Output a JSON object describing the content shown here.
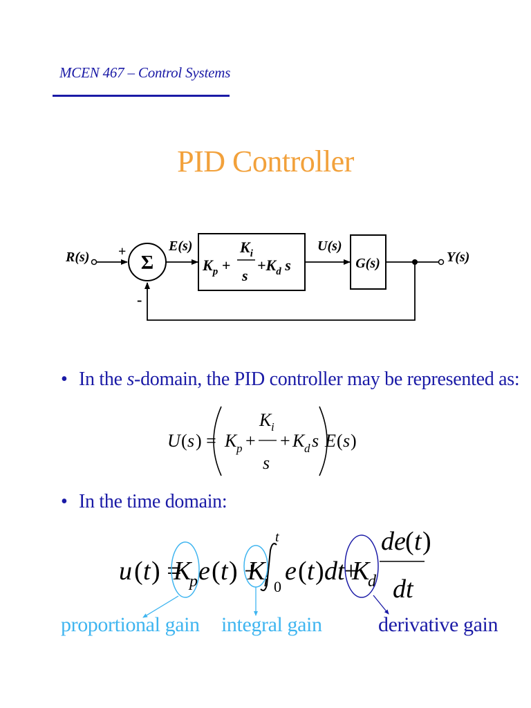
{
  "header": {
    "course": "MCEN 467 – Control Systems"
  },
  "title": "PID Controller",
  "diagram": {
    "input": "R(s)",
    "plus": "+",
    "minus": "-",
    "sum": "Σ",
    "error": "E(s)",
    "control": "U(s)",
    "plant": "G(s)",
    "output": "Y(s)",
    "controller": {
      "kp": "K",
      "kp_sub": "p",
      "ki": "K",
      "ki_sub": "i",
      "s": "s",
      "kd": "K",
      "kd_sub": "d",
      "kd_s": "s"
    }
  },
  "bullets": {
    "b1_pre": "In the ",
    "b1_s": "s",
    "b1_post": "-domain, the PID controller may be represented as:",
    "b2": "In the time domain:"
  },
  "labels": {
    "proportional": "proportional gain",
    "integral": "integral gain",
    "derivative": "derivative gain"
  },
  "colors": {
    "navy": "#1a1aa6",
    "title_orange": "#f2a13b",
    "light_blue": "#3fb5f0"
  }
}
